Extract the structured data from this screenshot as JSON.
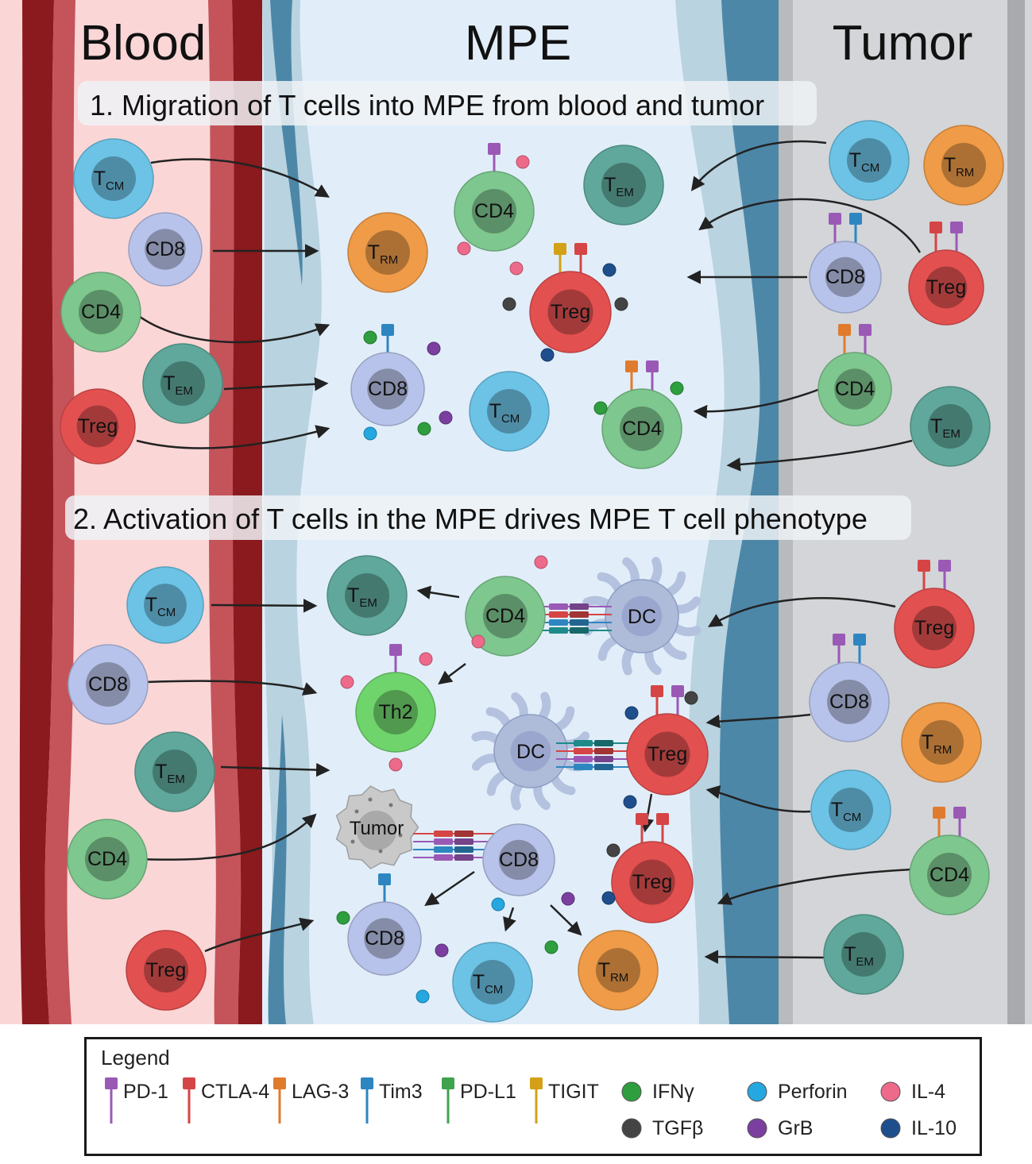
{
  "regions": {
    "blood": "Blood",
    "mpe": "MPE",
    "tumor": "Tumor"
  },
  "sections": {
    "migration": "1. Migration of T cells into MPE from blood and tumor",
    "activation": "2. Activation of T cells in the MPE drives MPE T cell phenotype"
  },
  "cell_labels": {
    "cd4": "CD4",
    "cd8": "CD8",
    "treg": "Treg",
    "th2": "Th2",
    "dc": "DC",
    "tumor": "Tumor",
    "t": "T",
    "cm": "CM",
    "em": "EM",
    "rm": "RM"
  },
  "colors": {
    "tcm": "#6cc3e6",
    "tem": "#5fa89b",
    "trm": "#ef9b48",
    "cd4": "#7ec78f",
    "cd8": "#b7c3ea",
    "treg": "#e35050",
    "th2": "#6fd46c",
    "dc": "#aebbd9",
    "tumor_cell": "#c9c9c9",
    "pd1": "#9b59b6",
    "ctla4": "#d64545",
    "lag3": "#e07b2e",
    "tim3": "#2e86c1",
    "pdl1": "#3fa34d",
    "tigit": "#d4a017",
    "ifng": "#2e9e3e",
    "tgfb": "#444444",
    "perforin": "#25a7e0",
    "grb": "#7b3fa0",
    "il4": "#ee6a8a",
    "il10": "#1f4e8c"
  },
  "legend": {
    "title": "Legend",
    "receptors": [
      {
        "label": "PD-1",
        "color": "#9b59b6"
      },
      {
        "label": "CTLA-4",
        "color": "#d64545"
      },
      {
        "label": "LAG-3",
        "color": "#e07b2e"
      },
      {
        "label": "Tim3",
        "color": "#2e86c1"
      },
      {
        "label": "PD-L1",
        "color": "#3fa34d"
      },
      {
        "label": "TIGIT",
        "color": "#d4a017"
      }
    ],
    "cytokines": [
      {
        "label": "IFNγ",
        "color": "#2e9e3e"
      },
      {
        "label": "TGFβ",
        "color": "#444444"
      },
      {
        "label": "Perforin",
        "color": "#25a7e0"
      },
      {
        "label": "GrB",
        "color": "#7b3fa0"
      },
      {
        "label": "IL-4",
        "color": "#ee6a8a"
      },
      {
        "label": "IL-10",
        "color": "#1f4e8c"
      }
    ]
  }
}
